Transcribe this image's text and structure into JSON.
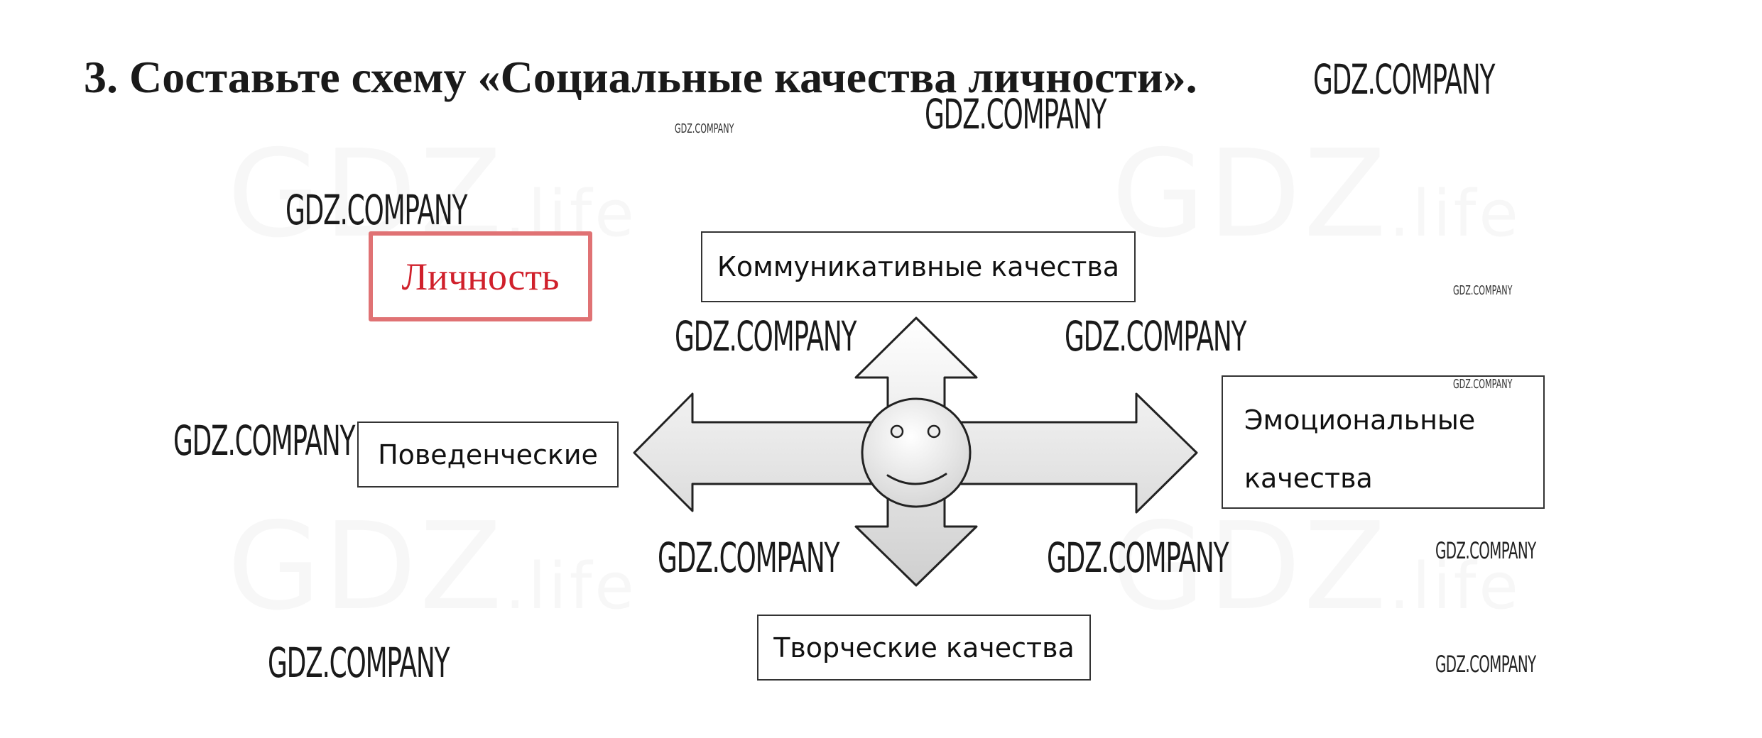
{
  "title": "3. Составьте схему «Социальные качества личности».",
  "center_label": "Личность",
  "nodes": {
    "top": "Коммуникативные качества",
    "left": "Поведенческие",
    "right_line1": "Эмоциональные",
    "right_line2": "качества",
    "bottom": "Творческие качества"
  },
  "watermarks": {
    "text": "GDZ.COMPANY",
    "background_main": "GDZ",
    "background_suffix": ".life"
  },
  "colors": {
    "lichnost_border": "#e07274",
    "lichnost_text": "#d0202b",
    "arrow_fill_light": "#ffffff",
    "arrow_fill_dark": "#cfcfcf"
  }
}
